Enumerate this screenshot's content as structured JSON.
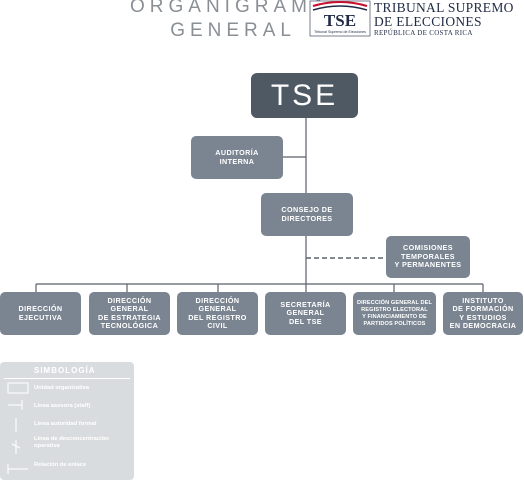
{
  "header": {
    "title_line1": "ORGANIGRAMA",
    "title_line2": "GENERAL",
    "logo_mark": "TSE",
    "logo_mark_caption": "Tribunal Supremo de Elecciones",
    "institution_line1": "TRIBUNAL SUPREMO",
    "institution_line2": "DE ELECCIONES",
    "country": "REPÚBLICA DE COSTA RICA"
  },
  "chart": {
    "root": "TSE",
    "audit": "AUDITORÍA\nINTERNA",
    "council": "CONSEJO DE\nDIRECTORES",
    "commissions": "COMISIONES\nTEMPORALES\nY PERMANENTES",
    "units": [
      "DIRECCIÓN\nEJECUTIVA",
      "DIRECCIÓN\nGENERAL\nDE ESTRATEGIA\nTECNOLÓGICA",
      "DIRECCIÓN\nGENERAL\nDEL REGISTRO\nCIVIL",
      "SECRETARÍA\nGENERAL\nDEL TSE",
      "DIRECCIÓN GENERAL DEL\nREGISTRO ELECTORAL\nY FINANCIAMIENTO DE\nPARTIDOS POLÍTICOS",
      "INSTITUTO\nDE FORMACIÓN\nY ESTUDIOS\nEN DEMOCRACIA"
    ]
  },
  "legend": {
    "title": "SIMBOLOGÍA",
    "items": [
      "Unidad organizativa",
      "Línea asesora (staff)",
      "Línea autoridad formal",
      "Línea de desconcentración operativa",
      "Relación de enlace"
    ]
  },
  "colors": {
    "box": "#7b8591",
    "root": "#4f5964",
    "line": "#5a626b",
    "legend_bg": "#d9dcdf",
    "title": "#8a8f96"
  }
}
